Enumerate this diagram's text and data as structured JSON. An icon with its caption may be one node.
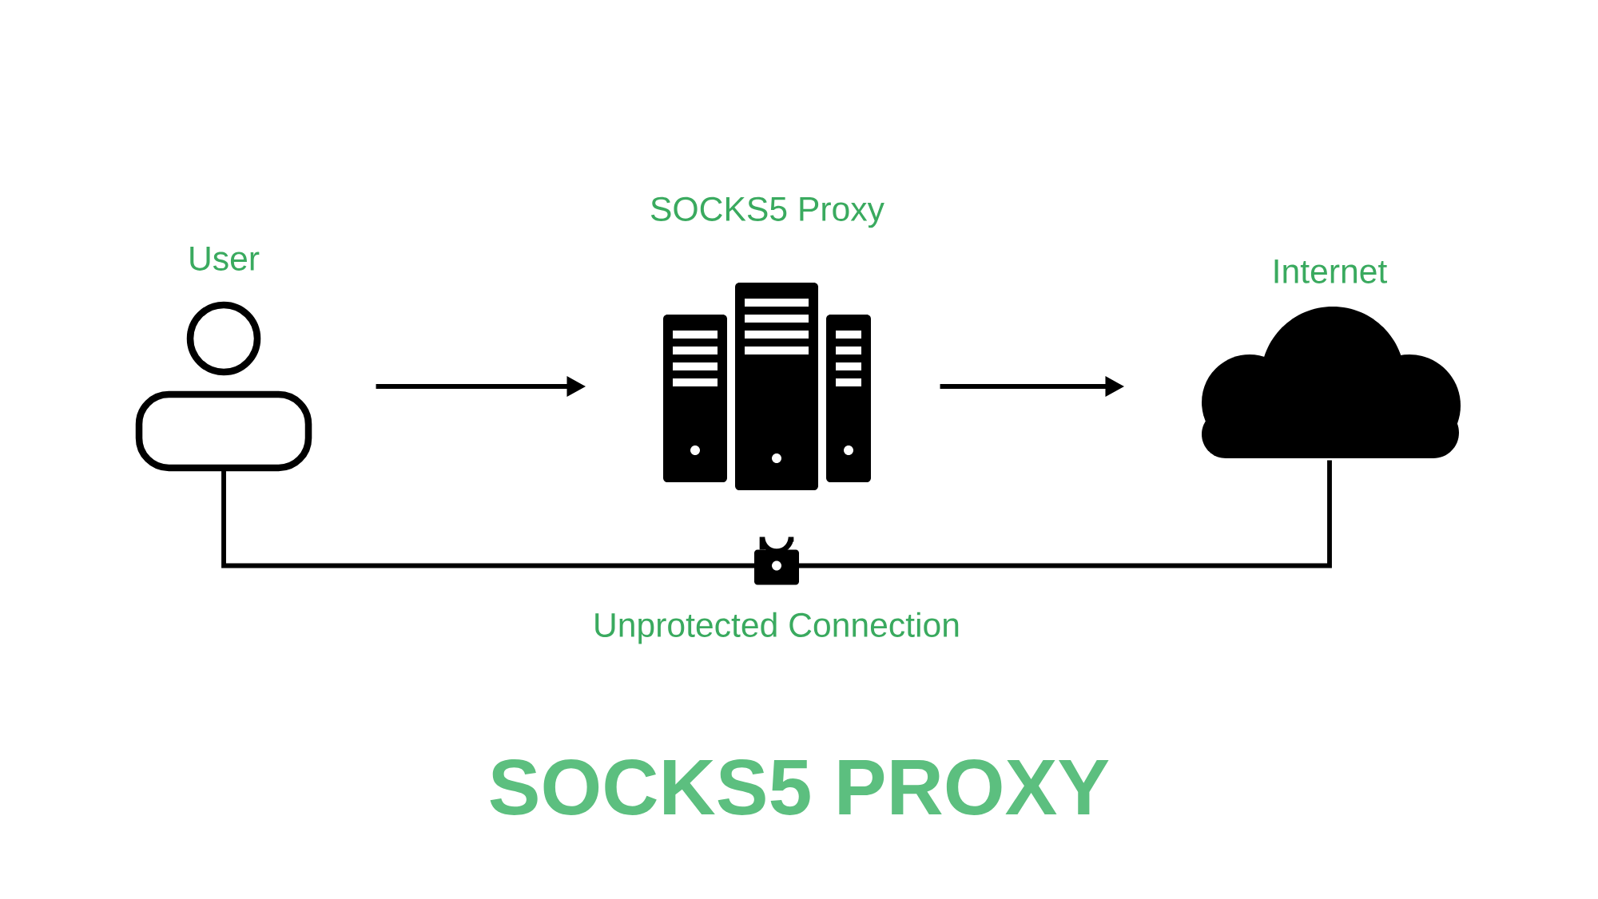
{
  "diagram": {
    "title": "SOCKS5 PROXY",
    "nodes": [
      {
        "text": [
          "User"
        ]
      },
      {
        "text": [
          "SOCKS5 Proxy"
        ]
      },
      {
        "text": [
          "Internet"
        ]
      }
    ],
    "edges": [
      {
        "from": 0,
        "to": 1,
        "arrow": "to"
      },
      {
        "from": 1,
        "to": 2,
        "arrow": "to"
      },
      {
        "from": 0,
        "to": 2,
        "arrow": "none",
        "label": "Unprotected Connection"
      }
    ]
  }
}
